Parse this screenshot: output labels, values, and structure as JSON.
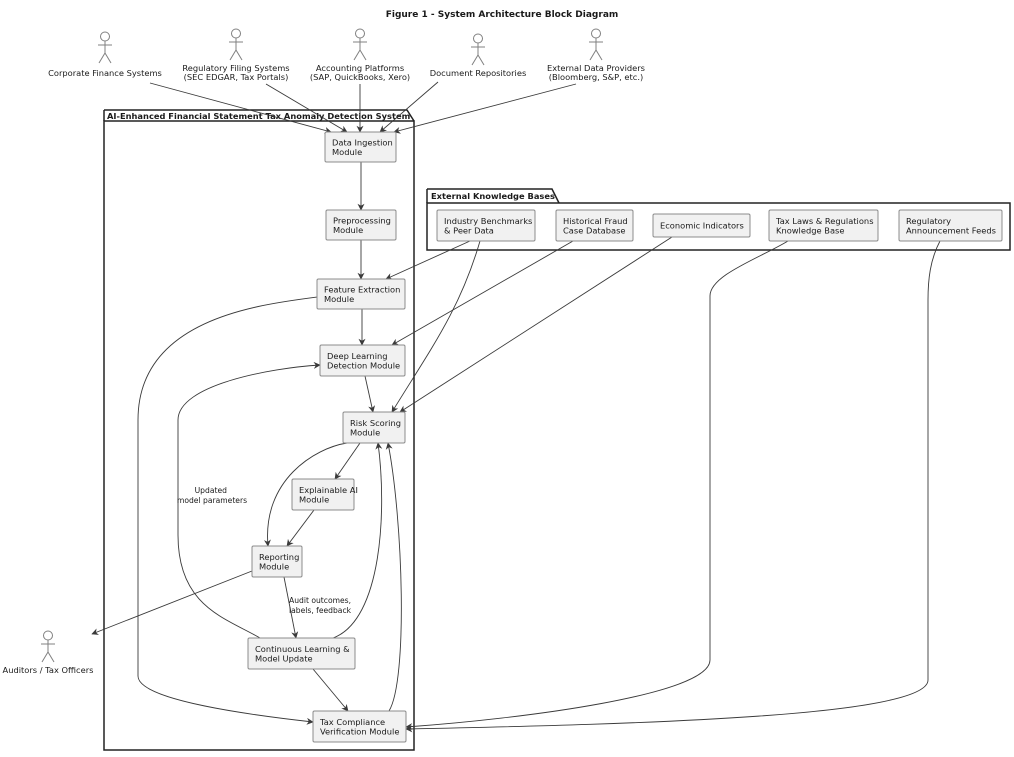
{
  "title": "Figure 1 - System Architecture Block Diagram",
  "actors": [
    {
      "id": "corp",
      "label": [
        "Corporate Finance Systems"
      ]
    },
    {
      "id": "regfiling",
      "label": [
        "Regulatory Filing Systems",
        "(SEC EDGAR, Tax Portals)"
      ]
    },
    {
      "id": "acct",
      "label": [
        "Accounting Platforms",
        "(SAP, QuickBooks, Xero)"
      ]
    },
    {
      "id": "docrepo",
      "label": [
        "Document Repositories"
      ]
    },
    {
      "id": "extdata",
      "label": [
        "External Data Providers",
        "(Bloomberg, S&P, etc.)"
      ]
    },
    {
      "id": "auditors",
      "label": [
        "Auditors / Tax Officers"
      ]
    }
  ],
  "packages": [
    {
      "id": "system",
      "title": "AI-Enhanced Financial Statement Tax Anomaly Detection System"
    },
    {
      "id": "kb",
      "title": "External Knowledge Bases"
    }
  ],
  "modules": [
    {
      "id": "ingestion",
      "label": [
        "Data Ingestion",
        "Module"
      ]
    },
    {
      "id": "preprocessing",
      "label": [
        "Preprocessing",
        "Module"
      ]
    },
    {
      "id": "feature",
      "label": [
        "Feature Extraction",
        "Module"
      ]
    },
    {
      "id": "deeplearning",
      "label": [
        "Deep Learning",
        "Detection Module"
      ]
    },
    {
      "id": "risk",
      "label": [
        "Risk Scoring",
        "Module"
      ]
    },
    {
      "id": "xai",
      "label": [
        "Explainable AI",
        "Module"
      ]
    },
    {
      "id": "reporting",
      "label": [
        "Reporting",
        "Module"
      ]
    },
    {
      "id": "learning",
      "label": [
        "Continuous Learning &",
        "Model Update"
      ]
    },
    {
      "id": "taxcomp",
      "label": [
        "Tax Compliance",
        "Verification Module"
      ]
    }
  ],
  "knowledge_bases": [
    {
      "id": "benchmarks",
      "label": [
        "Industry Benchmarks",
        "& Peer Data"
      ]
    },
    {
      "id": "fraud",
      "label": [
        "Historical Fraud",
        "Case Database"
      ]
    },
    {
      "id": "econ",
      "label": [
        "Economic Indicators"
      ]
    },
    {
      "id": "taxlaw",
      "label": [
        "Tax Laws & Regulations",
        "Knowledge Base"
      ]
    },
    {
      "id": "regfeeds",
      "label": [
        "Regulatory",
        "Announcement Feeds"
      ]
    }
  ],
  "edge_labels": [
    {
      "id": "updated-params",
      "label": [
        "Updated",
        "model parameters"
      ]
    },
    {
      "id": "audit-outcomes",
      "label": [
        "Audit outcomes,",
        "labels, feedback"
      ]
    }
  ],
  "edges": [
    {
      "from": "corp",
      "to": "ingestion"
    },
    {
      "from": "regfiling",
      "to": "ingestion"
    },
    {
      "from": "acct",
      "to": "ingestion"
    },
    {
      "from": "docrepo",
      "to": "ingestion"
    },
    {
      "from": "extdata",
      "to": "ingestion"
    },
    {
      "from": "ingestion",
      "to": "preprocessing"
    },
    {
      "from": "preprocessing",
      "to": "feature"
    },
    {
      "from": "feature",
      "to": "deeplearning"
    },
    {
      "from": "feature",
      "to": "taxcomp"
    },
    {
      "from": "deeplearning",
      "to": "risk"
    },
    {
      "from": "risk",
      "to": "xai"
    },
    {
      "from": "risk",
      "to": "reporting"
    },
    {
      "from": "xai",
      "to": "reporting"
    },
    {
      "from": "reporting",
      "to": "learning",
      "label": "audit-outcomes"
    },
    {
      "from": "reporting",
      "to": "auditors"
    },
    {
      "from": "learning",
      "to": "deeplearning",
      "label": "updated-params"
    },
    {
      "from": "learning",
      "to": "risk"
    },
    {
      "from": "learning",
      "to": "taxcomp"
    },
    {
      "from": "taxcomp",
      "to": "risk"
    },
    {
      "from": "benchmarks",
      "to": "feature"
    },
    {
      "from": "benchmarks",
      "to": "risk"
    },
    {
      "from": "fraud",
      "to": "deeplearning"
    },
    {
      "from": "econ",
      "to": "risk"
    },
    {
      "from": "taxlaw",
      "to": "taxcomp"
    },
    {
      "from": "regfeeds",
      "to": "taxcomp"
    }
  ]
}
